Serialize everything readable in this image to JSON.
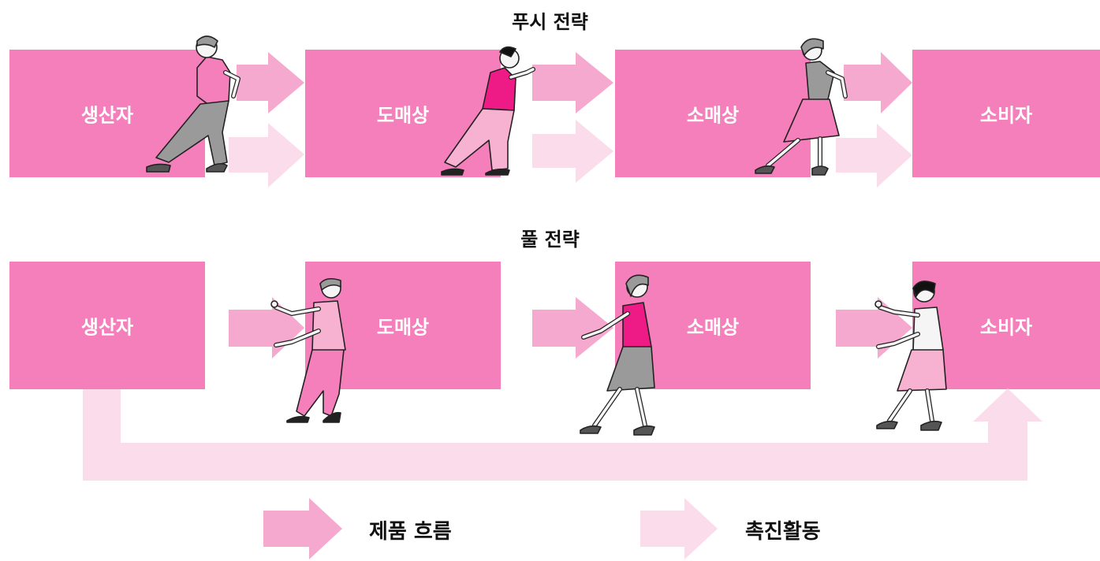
{
  "colors": {
    "box": "#f47fbb",
    "product_flow_arrow": "#f6a9cf",
    "promotion_arrow": "#fbdcea",
    "figure_pink": "#ee1b86",
    "figure_light_pink": "#f7b2d2",
    "figure_gray": "#9a9a9a"
  },
  "push": {
    "title": "푸시 전략",
    "boxes": [
      "생산자",
      "도매상",
      "소매상",
      "소비자"
    ]
  },
  "pull": {
    "title": "풀 전략",
    "boxes": [
      "생산자",
      "도매상",
      "소매상",
      "소비자"
    ]
  },
  "legend": {
    "product_flow": "제품 흐름",
    "promotion": "촉진활동"
  },
  "icons": {
    "figure": "person-icon",
    "arrow": "arrow-right-icon",
    "loop": "arrow-up-icon"
  }
}
